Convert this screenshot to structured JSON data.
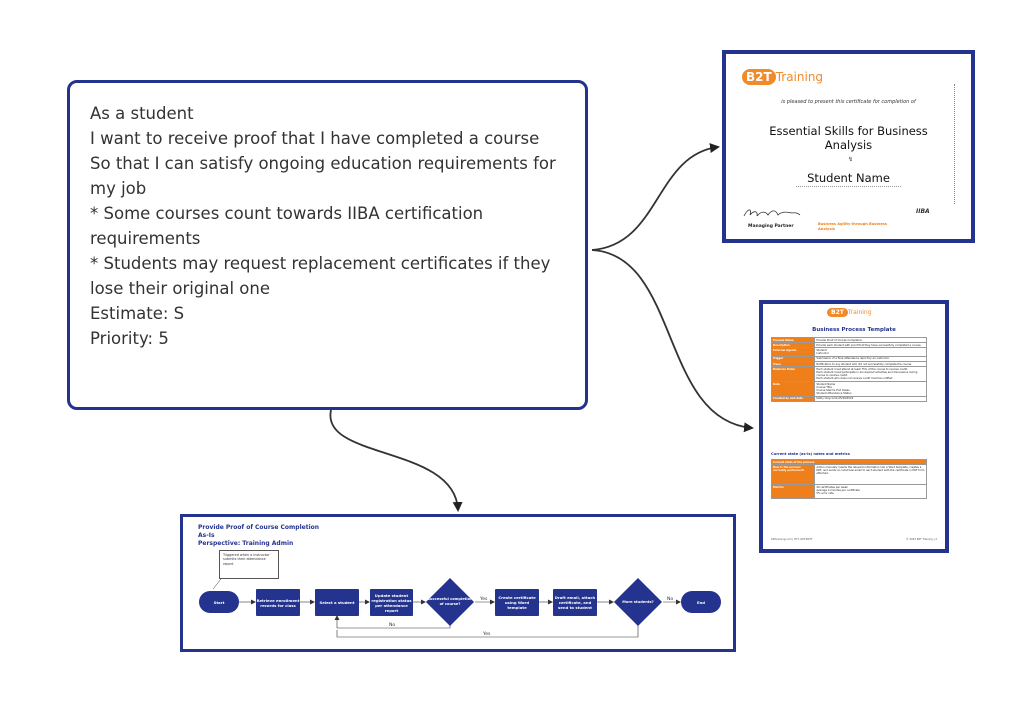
{
  "story": {
    "lines": [
      "As a student",
      "I want to receive proof that I have completed a course",
      "So that I can satisfy ongoing education requirements for my job",
      "",
      "* Some courses count towards IIBA certification requirements",
      "* Students may request replacement certificates if they lose their original one",
      "",
      "Estimate: S",
      "Priority: 5"
    ]
  },
  "certificate": {
    "logo_badge": "B2T",
    "logo_text": "Training",
    "intro": "is pleased to present this certificate for completion of",
    "course_title": "Essential Skills for Business Analysis",
    "student": "Student Name",
    "signer_title": "Managing Partner",
    "tagline": "Business Agility through Business Analysis",
    "iiba": "IIBA"
  },
  "process_template": {
    "logo_badge": "B2T",
    "logo_text": "Training",
    "title": "Business Process Template",
    "rows": [
      {
        "label": "Process Name",
        "value": "Provide Proof of Course Completion"
      },
      {
        "label": "Description",
        "value": "Provide each student with proof that they have successfully completed a course."
      },
      {
        "label": "External Agents",
        "value": "Student\nInstructor"
      },
      {
        "label": "Trigger",
        "value": "Submission of a final attendance report by an instructor."
      },
      {
        "label": "Trace",
        "value": "Notification to any student who did not successfully complete the course."
      },
      {
        "label": "Business Rules",
        "value": "Each student must attend at least 75% of the course to receive credit.\nEach student must participate in all required activities and discussions during course to receive credit.\nEach student who does not receive credit must be notified."
      },
      {
        "label": "Data",
        "value": "Student Name\nCourse Title\nCourse Start & End Dates\nStudent Attendance Status"
      },
      {
        "label": "Created by and date",
        "value": "Kathy Claycomb 05/29/2024"
      }
    ],
    "section_title": "Current state (as-is) notes and metrics",
    "section_header": "Current state of the process",
    "rows2": [
      {
        "label": "How is the process currently performed?",
        "value": "Admin manually inserts the relevant information into a Word template, creates a PDF, and sends an individual email to each student with the certificate in PDF form attached."
      },
      {
        "label": "Metrics",
        "value": "40 certificates per week\nAverage 4 minutes per certificate\n5% error rate"
      }
    ],
    "footer_left": "b2ttraining.com | 877-GET-B2TT",
    "footer_right": "© 2024 B2T Training | 2"
  },
  "flow": {
    "title": "Provide Proof of Course Completion",
    "subtitle": "As-Is",
    "perspective": "Perspective: Training Admin",
    "note": "Triggered when a instructor submits their attendance report",
    "nodes": {
      "start": "Start",
      "retrieve": "Retrieve enrollment records for class",
      "select": "Select a student",
      "update": "Update student registration status per attendance report",
      "decision1": "Successful completion of course?",
      "create": "Create certificate using Word template",
      "draft": "Draft email, attach certificate, and send to student",
      "decision2": "More students?",
      "end": "End"
    },
    "labels": {
      "yes1": "Yes",
      "no1": "No",
      "no2": "No",
      "yes2": "Yes"
    }
  }
}
